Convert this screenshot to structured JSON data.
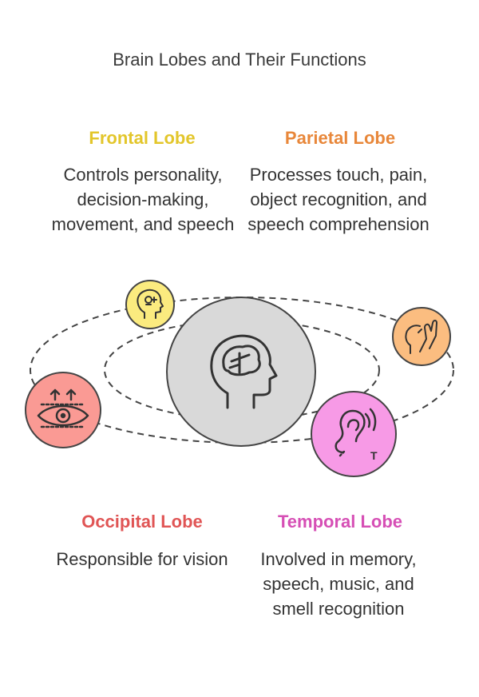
{
  "title": "Brain Lobes and Their Functions",
  "lobes": {
    "frontal": {
      "name": "Frontal Lobe",
      "desc": "Controls personality, decision-making, movement, and speech",
      "color": "#e3c62b",
      "circle": "#fbeb7f"
    },
    "parietal": {
      "name": "Parietal Lobe",
      "desc": "Processes touch, pain, object recognition, and speech comprehension",
      "color": "#e8873a",
      "circle": "#fbbd80"
    },
    "occipital": {
      "name": "Occipital Lobe",
      "desc": "Responsible for vision",
      "color": "#e05555",
      "circle": "#fa9a94"
    },
    "temporal": {
      "name": "Temporal Lobe",
      "desc": "Involved in memory, speech, music, and smell recognition",
      "color": "#d64fb5",
      "circle": "#f79ae6"
    }
  },
  "icons": {
    "center": "brain-head-icon",
    "frontal": "head-idea-icon",
    "parietal": "touch-hand-icon",
    "occipital": "eye-icon",
    "temporal": "ear-icon"
  },
  "temporal_icon_letter": "T"
}
